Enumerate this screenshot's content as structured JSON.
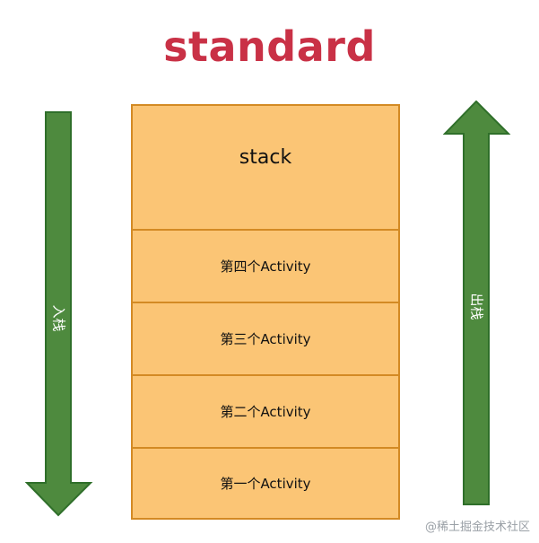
{
  "title": "standard",
  "stack": {
    "header": "stack",
    "items": [
      "第四个Activity",
      "第三个Activity",
      "第二个Activity",
      "第一个Activity"
    ]
  },
  "arrows": {
    "push_label": "入栈",
    "pop_label": "出栈"
  },
  "colors": {
    "title": "#c93146",
    "stack_fill": "#fbc575",
    "stack_border": "#d38a24",
    "arrow_fill": "#4e8a3e",
    "arrow_border": "#2f6f2a"
  },
  "watermark": "@稀土掘金技术社区"
}
